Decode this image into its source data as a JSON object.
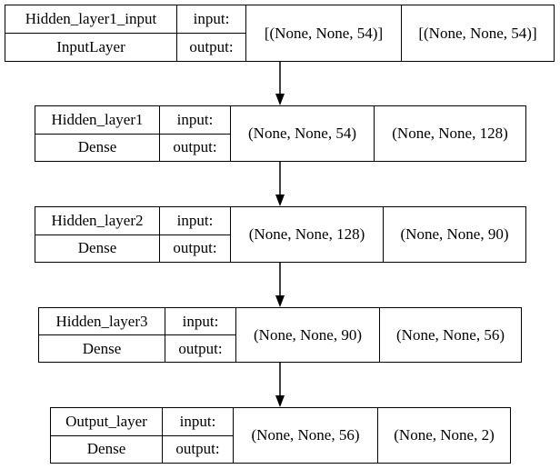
{
  "layers": [
    {
      "name": "Hidden_layer1_input",
      "type": "InputLayer",
      "in_label": "input:",
      "out_label": "output:",
      "input_shape": "[(None, None, 54)]",
      "output_shape": "[(None, None, 54)]"
    },
    {
      "name": "Hidden_layer1",
      "type": "Dense",
      "in_label": "input:",
      "out_label": "output:",
      "input_shape": "(None, None, 54)",
      "output_shape": "(None, None, 128)"
    },
    {
      "name": "Hidden_layer2",
      "type": "Dense",
      "in_label": "input:",
      "out_label": "output:",
      "input_shape": "(None, None, 128)",
      "output_shape": "(None, None, 90)"
    },
    {
      "name": "Hidden_layer3",
      "type": "Dense",
      "in_label": "input:",
      "out_label": "output:",
      "input_shape": "(None, None, 90)",
      "output_shape": "(None, None, 56)"
    },
    {
      "name": "Output_layer",
      "type": "Dense",
      "in_label": "input:",
      "out_label": "output:",
      "input_shape": "(None, None, 56)",
      "output_shape": "(None, None, 2)"
    }
  ]
}
